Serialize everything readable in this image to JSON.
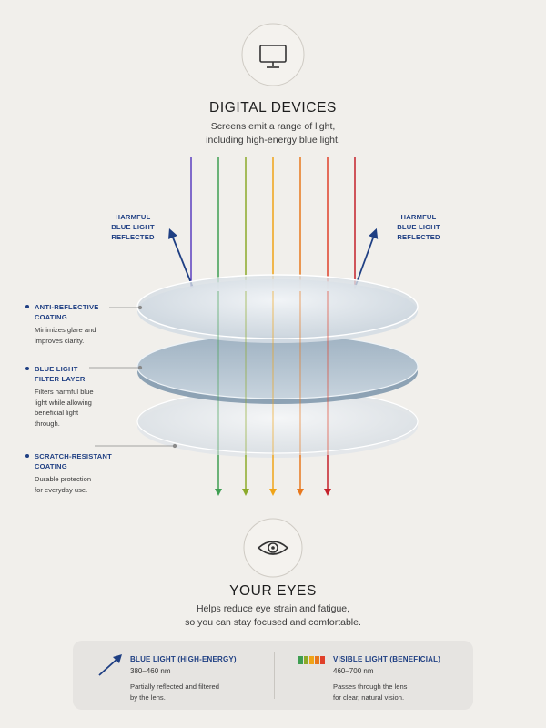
{
  "top": {
    "icon": "monitor-icon",
    "title": "DIGITAL DEVICES",
    "subtitle_line1": "Screens emit a range of light,",
    "subtitle_line2": "including high-energy blue light."
  },
  "reflected_label_left": [
    "HARMFUL",
    "BLUE LIGHT",
    "REFLECTED"
  ],
  "reflected_label_right": [
    "HARMFUL",
    "BLUE LIGHT",
    "REFLECTED"
  ],
  "layers": [
    {
      "title": [
        "ANTI-REFLECTIVE",
        "COATING"
      ],
      "desc": [
        "Minimizes glare and",
        "improves clarity."
      ]
    },
    {
      "title": [
        "BLUE LIGHT",
        "FILTER LAYER"
      ],
      "desc": [
        "Filters harmful blue",
        "light while allowing",
        "beneficial light",
        "through."
      ]
    },
    {
      "title": [
        "SCRATCH-RESISTANT",
        "COATING"
      ],
      "desc": [
        "Durable protection",
        "for everyday use."
      ]
    }
  ],
  "bottom": {
    "icon": "eye-icon",
    "title": "YOUR EYES",
    "subtitle_line1": "Helps reduce eye strain and fatigue,",
    "subtitle_line2": "so you can stay focused and comfortable."
  },
  "legend": {
    "blue": {
      "icon": "blue-arrow-icon",
      "title": "BLUE LIGHT (HIGH-ENERGY)",
      "range": "380–460 nm",
      "desc": [
        "Partially reflected and filtered",
        "by the lens."
      ]
    },
    "visible": {
      "icon": "spectrum-bars-icon",
      "title": "VISIBLE LIGHT (BENEFICIAL)",
      "range": "460–700 nm",
      "desc": [
        "Passes through the lens",
        "for clear, natural vision."
      ]
    }
  },
  "colors": {
    "accent": "#1f3f83",
    "background": "#f1efeb",
    "rays": [
      "#5a3fc0",
      "#3f9e52",
      "#8caa2a",
      "#f0a418",
      "#e8781e",
      "#e0402a",
      "#c4202a"
    ]
  }
}
